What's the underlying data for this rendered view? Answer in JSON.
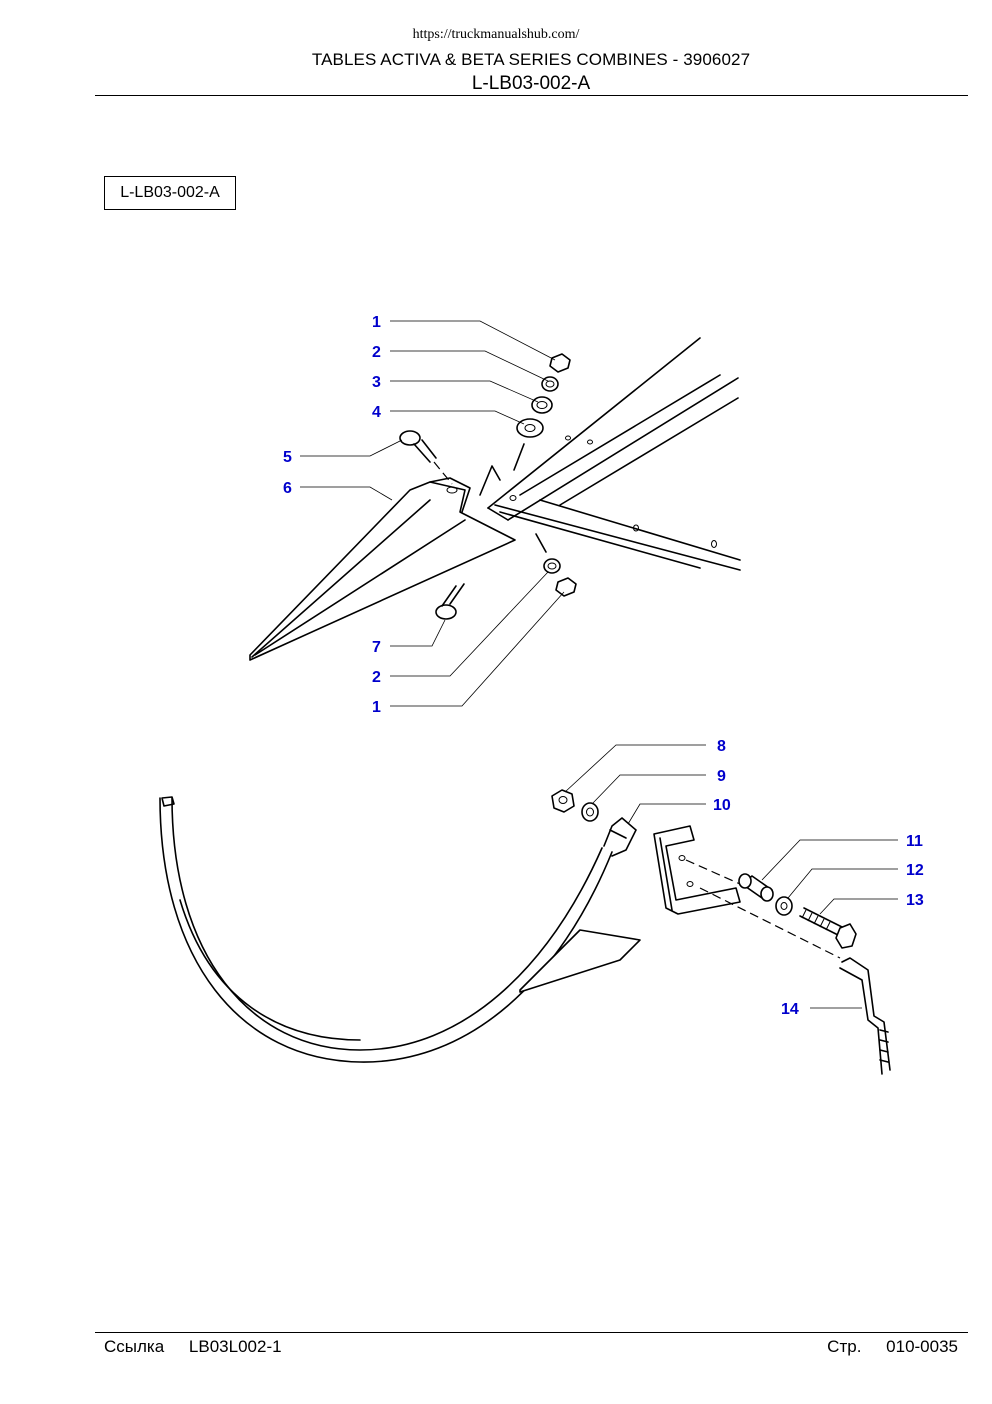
{
  "header": {
    "url": "https://truckmanualshub.com/",
    "title": "TABLES ACTIVA & BETA SERIES COMBINES - 3906027",
    "code": "L-LB03-002-A"
  },
  "reference_box": {
    "label": "L-LB03-002-A"
  },
  "callouts": {
    "c1_top": "1",
    "c2_top": "2",
    "c3": "3",
    "c4": "4",
    "c5": "5",
    "c6": "6",
    "c7": "7",
    "c2_bottom": "2",
    "c1_bottom": "1",
    "c8": "8",
    "c9": "9",
    "c10": "10",
    "c11": "11",
    "c12": "12",
    "c13": "13",
    "c14": "14"
  },
  "footer": {
    "ref_label": "Ссылка",
    "ref_value": "LB03L002-1",
    "page_label": "Стр.",
    "page_value": "010-0035"
  },
  "colors": {
    "callout": "#0000cc",
    "line": "#000000",
    "background": "#ffffff"
  }
}
